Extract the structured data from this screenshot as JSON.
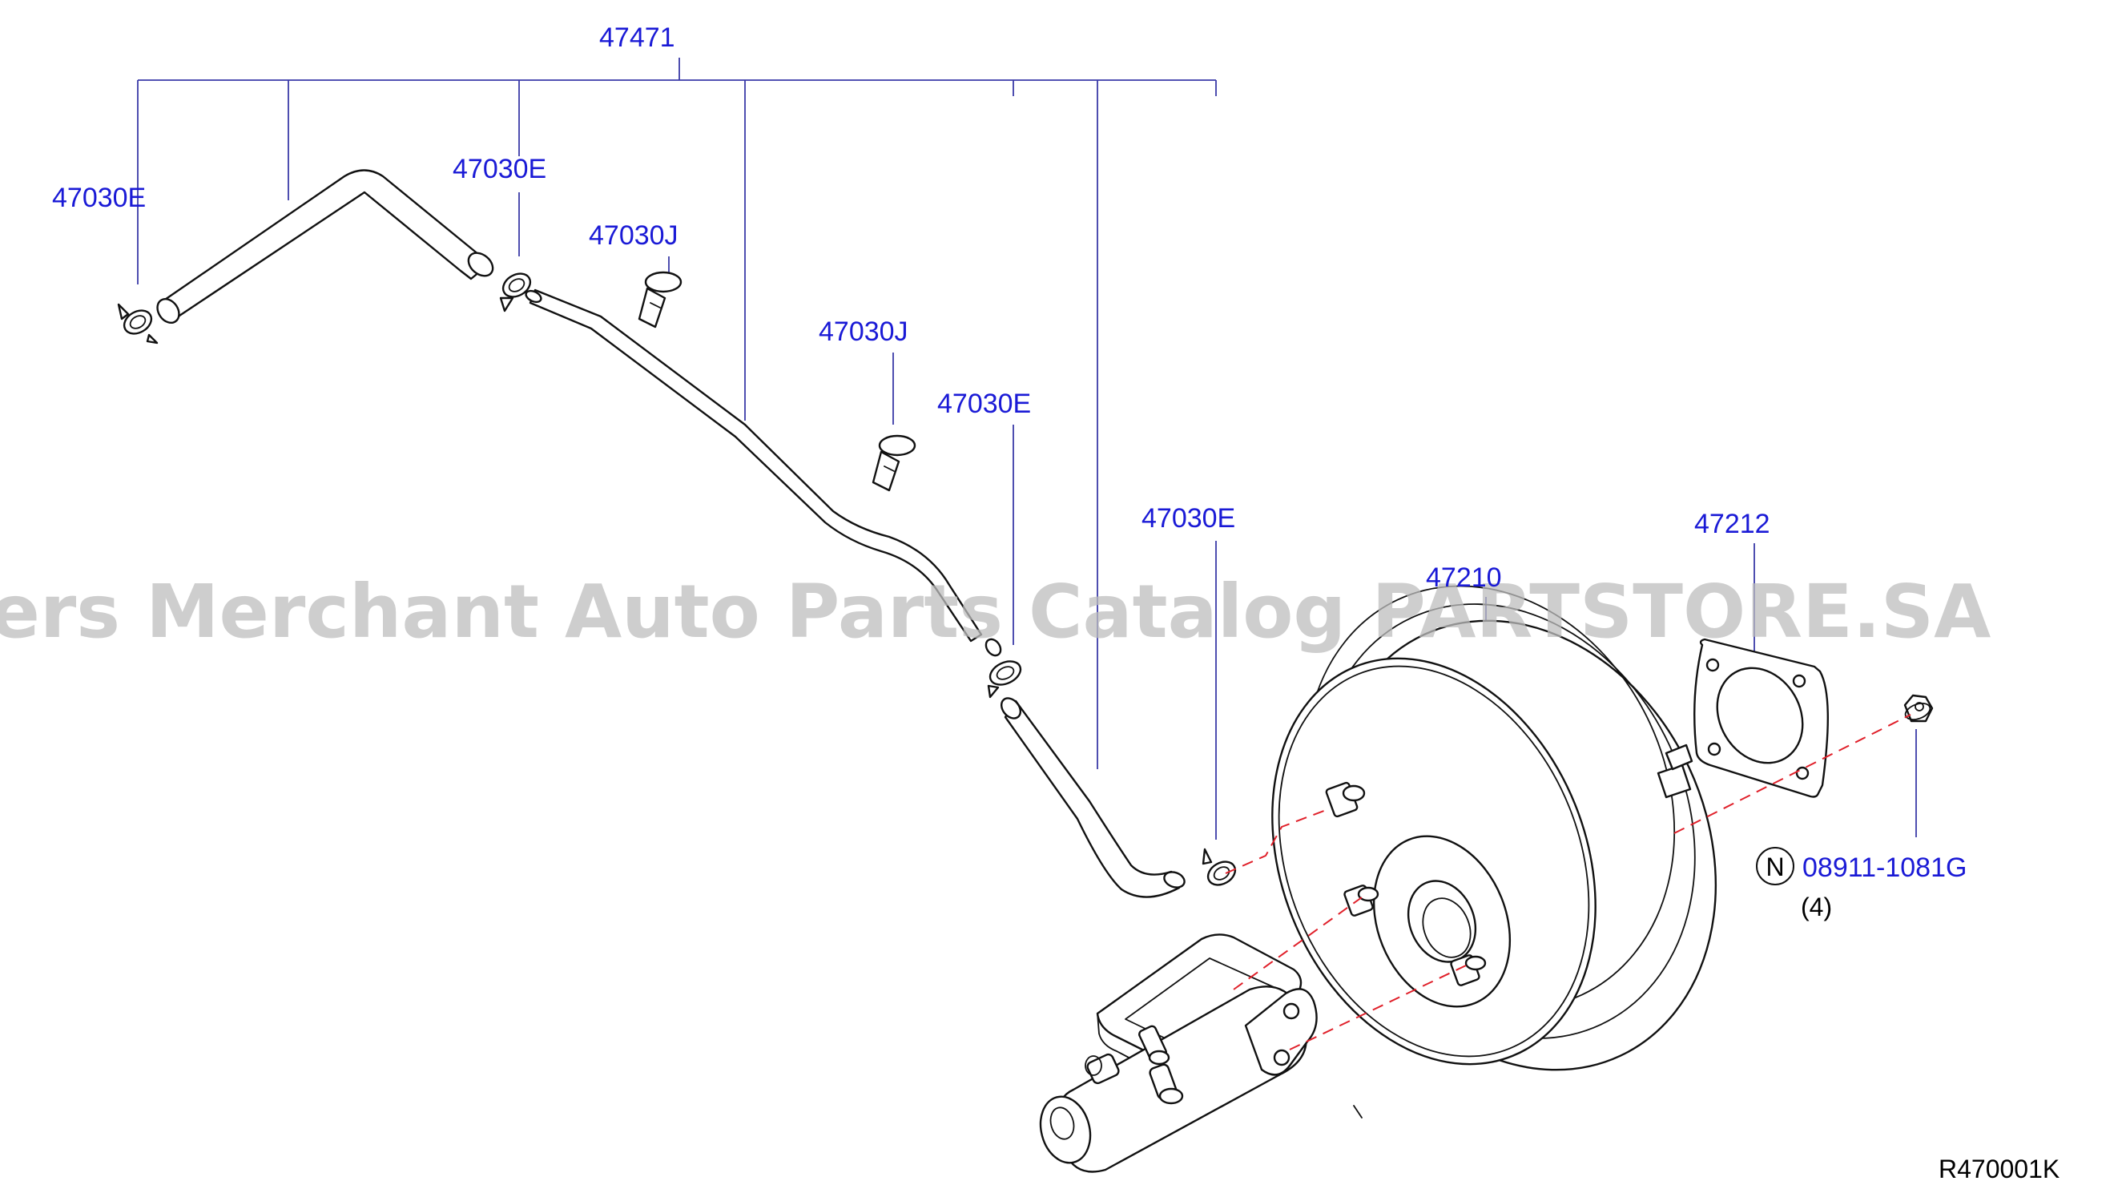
{
  "labels": {
    "assembly": "47471",
    "clamp_left": "47030E",
    "clamp_upper": "47030E",
    "clip_upper": "47030J",
    "clip_lower": "47030J",
    "clamp_middle": "47030E",
    "clamp_right": "47030E",
    "booster": "47210",
    "gasket": "47212",
    "nut": "08911-1081G",
    "nut_qty": "(4)",
    "nut_symbol": "N",
    "diagram_code": "R470001K"
  },
  "watermark": "Offers Merchant Auto Parts Catalog PARTSTORE.SA",
  "colors": {
    "label": "#1a1ad6",
    "leader": "#3a3aa8",
    "dashed_line": "#e0202a",
    "watermark": "#bdbdbd"
  }
}
